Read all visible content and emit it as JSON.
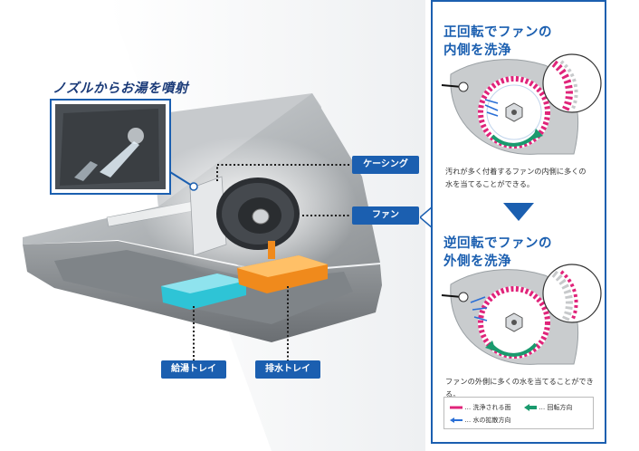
{
  "left": {
    "nozzle_caption": "ノズルからお湯を噴射",
    "callouts": {
      "casing": "ケーシング",
      "fan": "ファン",
      "supply_tray": "給湯トレイ",
      "drain_tray": "排水トレイ"
    }
  },
  "panel": {
    "forward": {
      "title_line1": "正回転でファンの",
      "title_line2": "内側を洗浄",
      "desc_line1": "汚れが多く付着するファンの内側に多くの",
      "desc_line2": "水を当てることができる。"
    },
    "reverse": {
      "title_line1": "逆回転でファンの",
      "title_line2": "外側を洗浄",
      "desc": "ファンの外側に多くの水を当てることができる。"
    },
    "legend": {
      "washed_surface": "… 洗浄される面",
      "rotation": "… 回転方向",
      "water_spread": "… 水の拡散方向"
    }
  },
  "colors": {
    "brand_blue": "#1b5fb0",
    "title_navy": "#1a3a78",
    "washed_magenta": "#e0247a",
    "rotation_green": "#1a9a6e",
    "water_blue": "#2a6fd6",
    "tray_cyan": "#2ec4d6",
    "tray_orange": "#f08a1c"
  }
}
